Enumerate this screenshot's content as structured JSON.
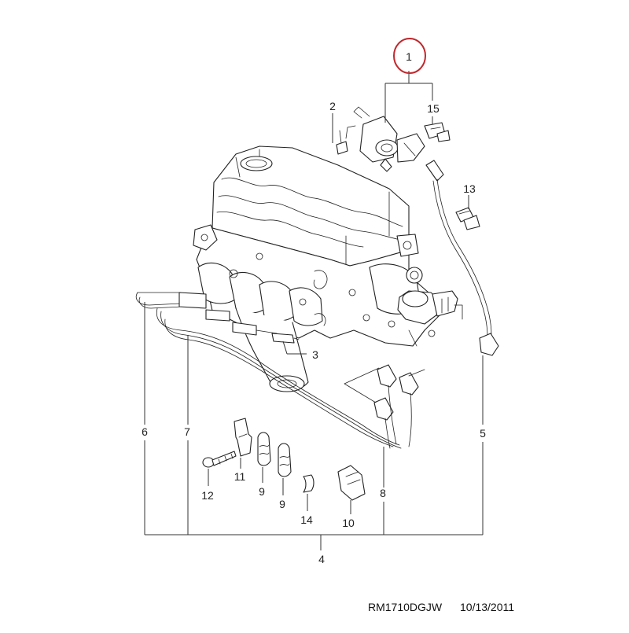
{
  "callouts": [
    {
      "id": "1",
      "text": "1",
      "highlighted": true
    },
    {
      "id": "2",
      "text": "2"
    },
    {
      "id": "3",
      "text": "3"
    },
    {
      "id": "4",
      "text": "4"
    },
    {
      "id": "5",
      "text": "5"
    },
    {
      "id": "6",
      "text": "6"
    },
    {
      "id": "7",
      "text": "7"
    },
    {
      "id": "8",
      "text": "8"
    },
    {
      "id": "9a",
      "text": "9"
    },
    {
      "id": "9b",
      "text": "9"
    },
    {
      "id": "10",
      "text": "10"
    },
    {
      "id": "11",
      "text": "11"
    },
    {
      "id": "12",
      "text": "12"
    },
    {
      "id": "13",
      "text": "13"
    },
    {
      "id": "14",
      "text": "14"
    },
    {
      "id": "15",
      "text": "15"
    }
  ],
  "footer": {
    "code": "RM1710DGJW",
    "date": "10/13/2011"
  },
  "colors": {
    "highlight_ring": "#c0282d",
    "line": "#333333",
    "background": "#ffffff"
  }
}
